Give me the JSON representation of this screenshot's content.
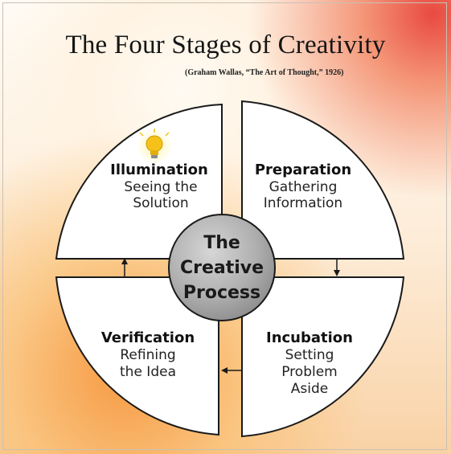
{
  "title": "The Four Stages of Creativity",
  "subtitle": "(Graham Wallas, “The Art of Thought,” 1926)",
  "center": {
    "line1": "The",
    "line2": "Creative",
    "line3": "Process"
  },
  "stages": {
    "illumination": {
      "name": "Illumination",
      "desc1": "Seeing the",
      "desc2": "Solution"
    },
    "preparation": {
      "name": "Preparation",
      "desc1": "Gathering",
      "desc2": "Information"
    },
    "verification": {
      "name": "Verification",
      "desc1": "Refining",
      "desc2": "the Idea"
    },
    "incubation": {
      "name": "Incubation",
      "desc1": "Setting",
      "desc2": "Problem",
      "desc3": "Aside"
    }
  },
  "icons": {
    "bulb": "lightbulb-icon"
  },
  "colors": {
    "bulb": "#f6c21a",
    "hub": "#a9a9a9",
    "quadrant": "#ffffff",
    "outline": "#1a1a1a"
  }
}
